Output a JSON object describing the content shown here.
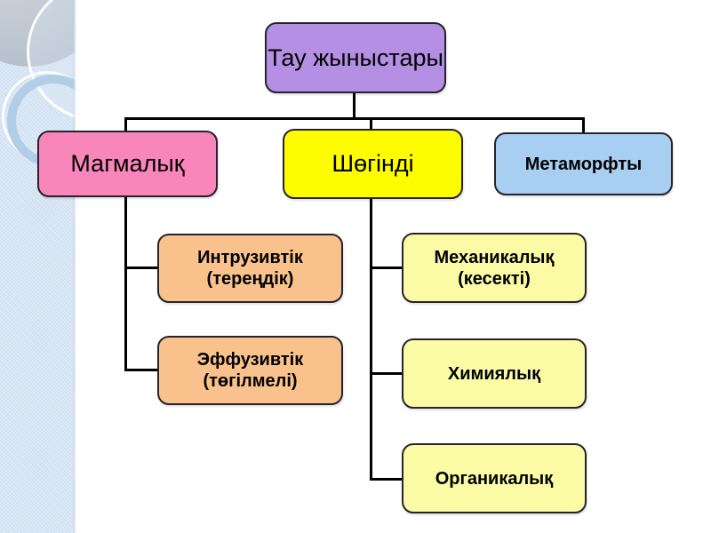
{
  "colors": {
    "root_fill": "#b48fe4",
    "magmatic_fill": "#f986ba",
    "sedimentary_fill": "#fdfd00",
    "metamorphic_fill": "#a8cef2",
    "magmatic_child_fill": "#f9c28c",
    "sedimentary_child_fill": "#fbfba6",
    "box_border": "#26232e",
    "connector_line": "#000000",
    "sidebar_background": "#cfe0f1",
    "slide_background": "#ffffff"
  },
  "diagram": {
    "root": {
      "label": "Тау жыныстары"
    },
    "branches": [
      {
        "id": "magmatic",
        "label": "Магмалық",
        "children": [
          {
            "line1": "Интрузивтік",
            "line2": "(тереңдік)"
          },
          {
            "line1": "Эффузивтік",
            "line2": "(төгілмелі)"
          }
        ]
      },
      {
        "id": "sedimentary",
        "label": "Шөгінді",
        "children": [
          {
            "line1": "Механикалық",
            "line2": "(кесекті)"
          },
          {
            "line1": "Химиялық",
            "line2": ""
          },
          {
            "line1": "Органикалық",
            "line2": ""
          }
        ]
      },
      {
        "id": "metamorphic",
        "label": "Метаморфты",
        "children": []
      }
    ]
  }
}
